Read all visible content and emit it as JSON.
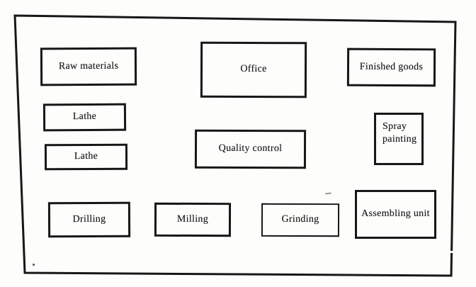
{
  "page": {
    "background_color": "#fdfdfc",
    "ink_color": "#171717"
  },
  "diagram": {
    "type": "plant-layout",
    "boxes": [
      {
        "id": "raw-materials",
        "label": "Raw materials"
      },
      {
        "id": "office",
        "label": "Office"
      },
      {
        "id": "finished-goods",
        "label": "Finished goods"
      },
      {
        "id": "lathe-1",
        "label": "Lathe"
      },
      {
        "id": "lathe-2",
        "label": "Lathe"
      },
      {
        "id": "spray-painting",
        "label": "Spray painting"
      },
      {
        "id": "quality-control",
        "label": "Quality control"
      },
      {
        "id": "drilling",
        "label": "Drilling"
      },
      {
        "id": "milling",
        "label": "Milling"
      },
      {
        "id": "grinding",
        "label": "Grinding"
      },
      {
        "id": "assembling-unit",
        "label": "Assembling unit"
      }
    ]
  }
}
